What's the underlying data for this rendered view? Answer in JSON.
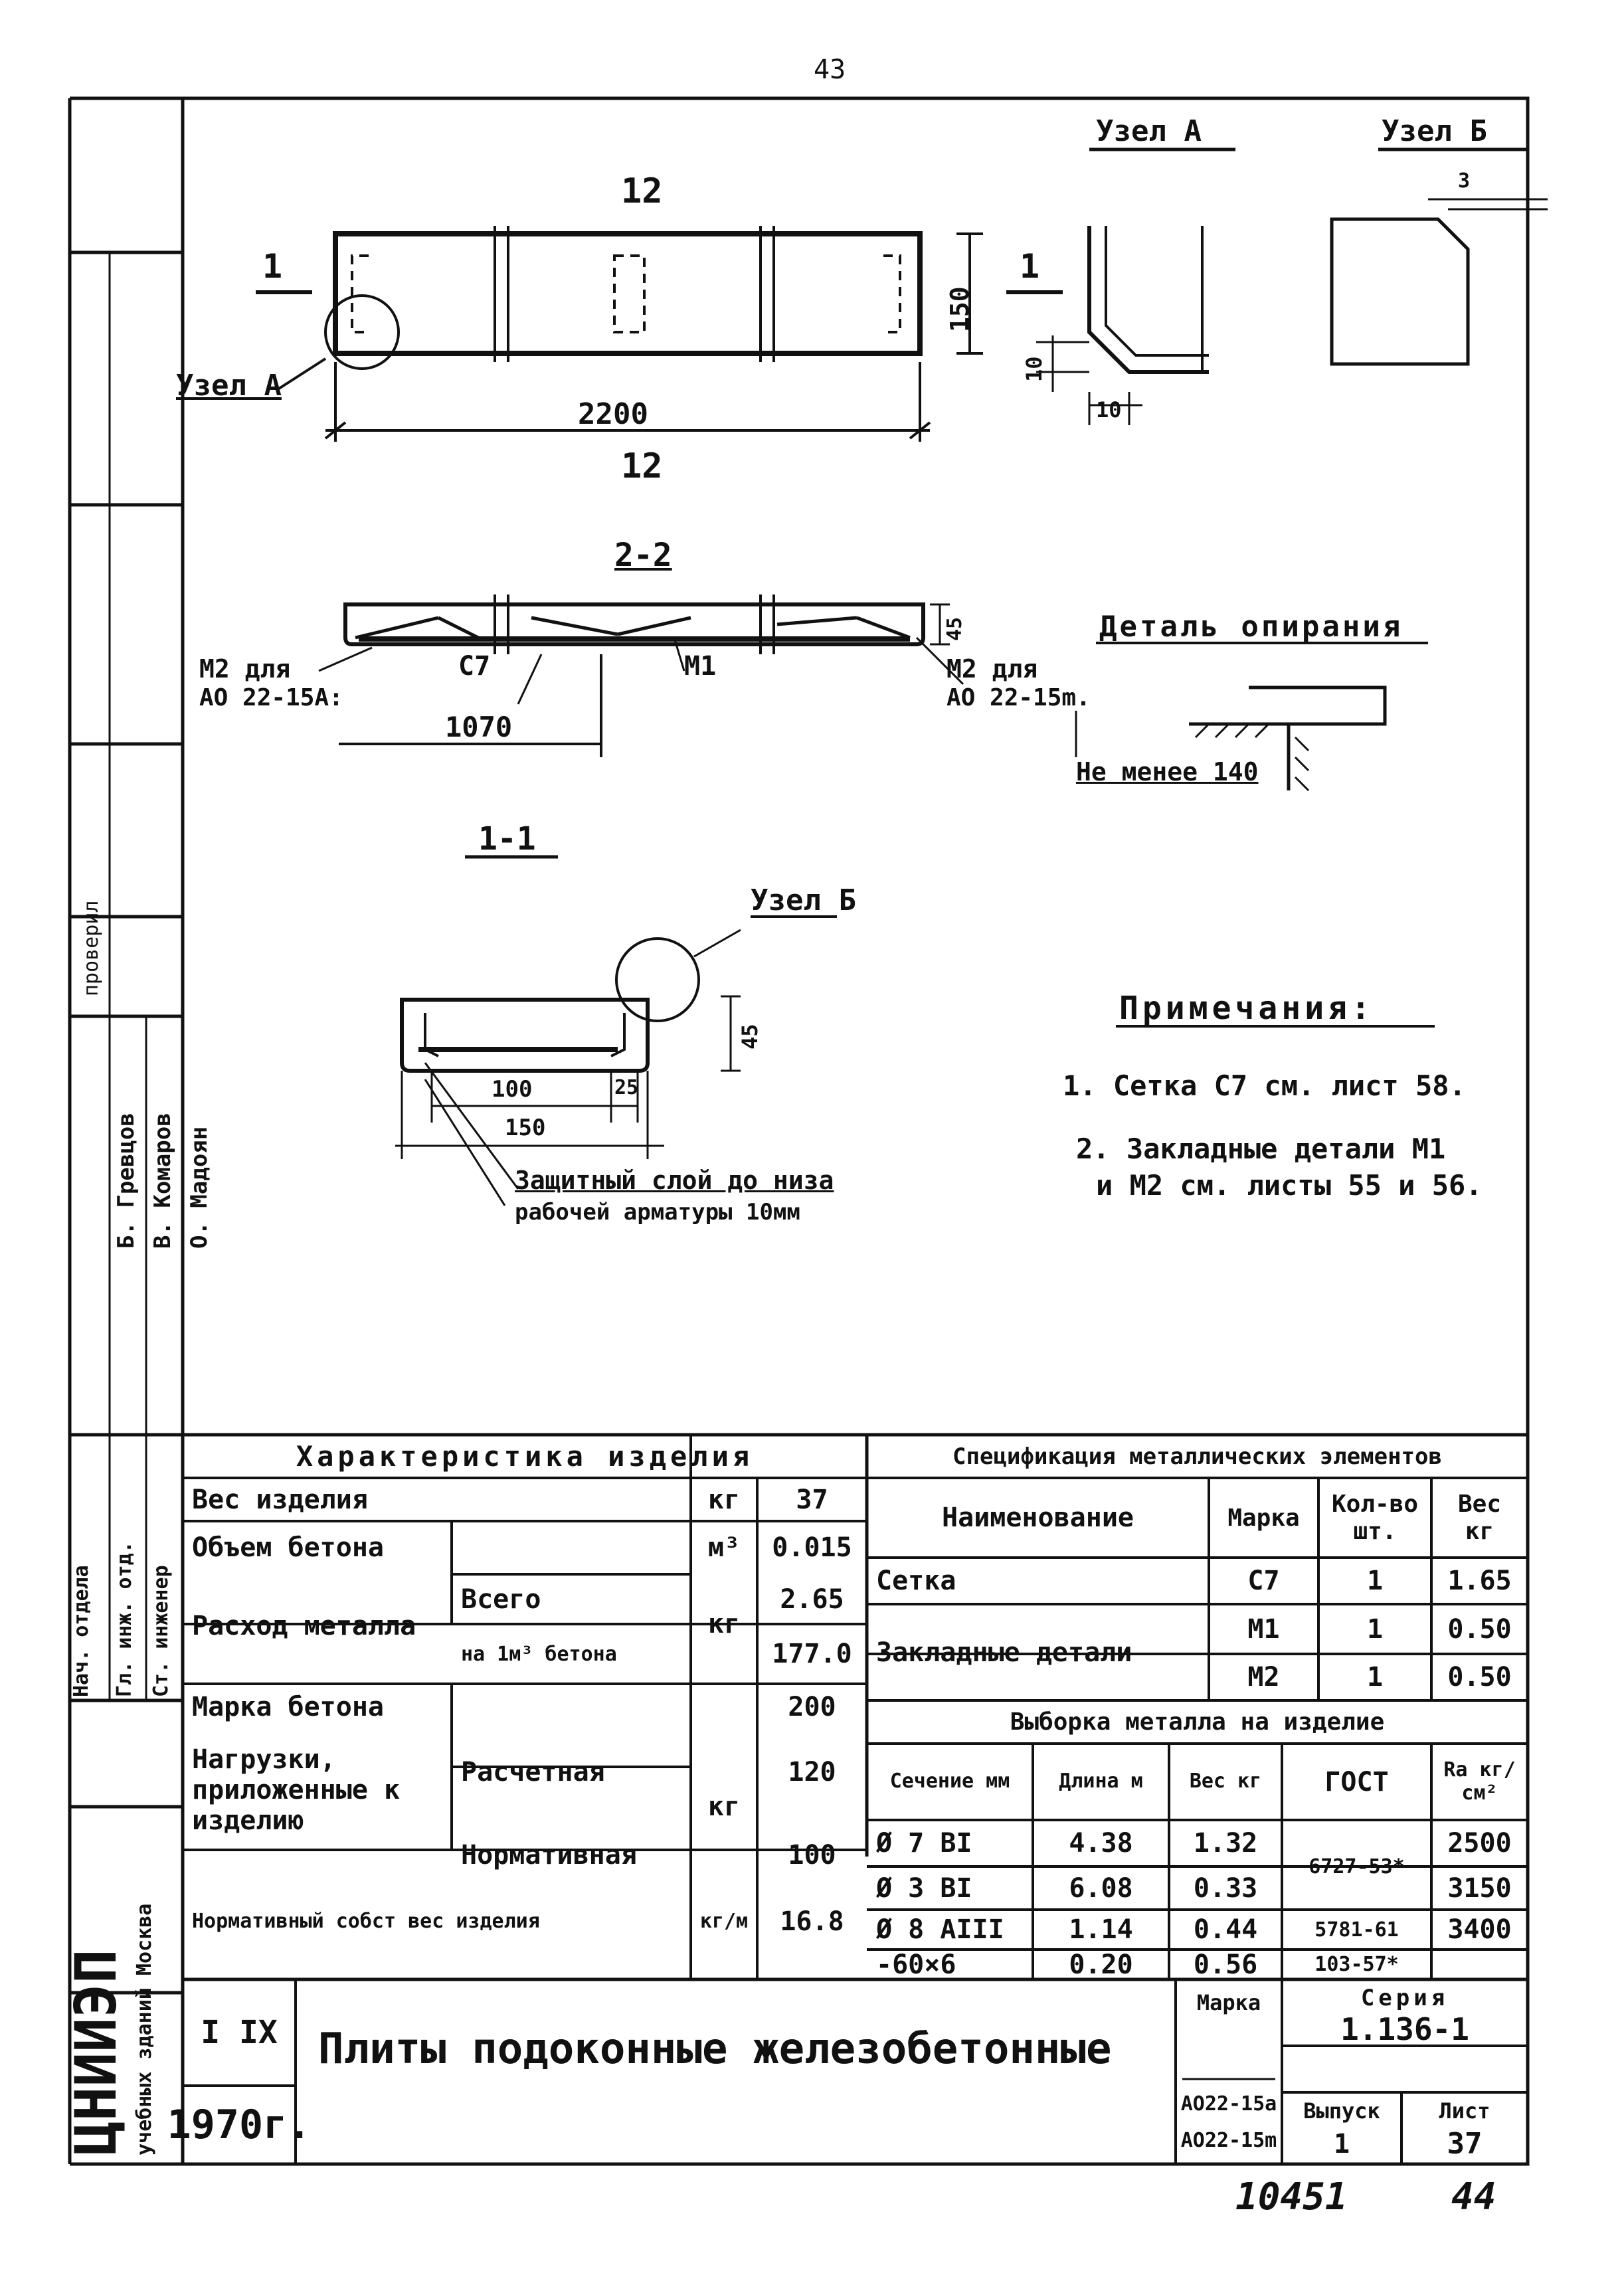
{
  "page_number": "43",
  "drawing": {
    "top_label": "12",
    "bottom_label": "12",
    "section_mark_left": "1",
    "section_mark_right": "1",
    "length_dim": "2200",
    "height_dim": "150",
    "node_a_callout": "Узел А",
    "section_2_2_title": "2-2",
    "sec22_height": "45",
    "sec22_m2_left": "М2 для",
    "sec22_m2_left2": "АО 22-15А:",
    "sec22_c7": "С7",
    "sec22_m1": "М1",
    "sec22_half": "1070",
    "sec22_m2_right": "М2 для",
    "sec22_m2_right2": "АО 22-15m.",
    "section_1_1_title": "1-1",
    "node_b_callout": "Узел Б",
    "sec11_height": "45",
    "sec11_d100": "100",
    "sec11_d25": "25",
    "sec11_d150": "150",
    "sec11_note1": "Защитный слой до низа",
    "sec11_note2": "рабочей арматуры 10мм"
  },
  "node_a": {
    "title": "Узел А",
    "dim_v": "10",
    "dim_h": "10"
  },
  "node_b": {
    "title": "Узел Б",
    "dim": "3"
  },
  "support_detail": {
    "title": "Деталь опирания",
    "note": "Не менее 140"
  },
  "notes": {
    "title": "Примечания:",
    "items": [
      "1. Сетка С7 см. лист 58.",
      "2. Закладные детали М1",
      "и М2 см. листы 55 и 56."
    ]
  },
  "left_stamp": {
    "roles": [
      "Нач. отдела",
      "Гл. инж. отд.",
      "Ст. инженер"
    ],
    "names": [
      "Б. Гревцов",
      "В. Комаров",
      "О. Мадоян"
    ],
    "vertical_text": "проверил"
  },
  "characteristics": {
    "title": "Характеристика изделия",
    "rows": {
      "weight_label": "Вес изделия",
      "weight_unit": "кг",
      "weight_value": "37",
      "volume_label": "Объем бетона",
      "volume_unit": "м³",
      "volume_value": "0.015",
      "metal_label": "Расход металла",
      "metal_total_label": "Всего",
      "metal_total_value": "2.65",
      "metal_per_label": "на 1м³ бетона",
      "metal_unit": "кг",
      "metal_per_value": "177.0",
      "grade_label": "Марка бетона",
      "grade_value": "200",
      "load_label": "Нагрузки, приложенные к изделию",
      "load_calc_label": "Расчетная",
      "load_calc_value": "120",
      "load_norm_label": "Нормативная",
      "load_norm_value": "100",
      "load_unit": "кг",
      "norm_weight_label": "Нормативный собст вес изделия",
      "norm_weight_unit": "кг/м",
      "norm_weight_value": "16.8"
    }
  },
  "specification": {
    "title": "Спецификация металлических элементов",
    "headers": [
      "Наименование",
      "Марка",
      "Кол-во шт.",
      "Вес кг"
    ],
    "rows": [
      [
        "Сетка",
        "С7",
        "1",
        "1.65"
      ],
      [
        "Закладные детали",
        "М1",
        "1",
        "0.50"
      ],
      [
        "",
        "М2",
        "1",
        "0.50"
      ]
    ]
  },
  "metal_selection": {
    "title": "Выборка металла на изделие",
    "headers": [
      "Сечение мм",
      "Длина м",
      "Вес кг",
      "ГОСТ",
      "Ra кг/см²"
    ],
    "rows": [
      [
        "Ø 7 ВI",
        "4.38",
        "1.32",
        "6727-53*",
        "2500"
      ],
      [
        "Ø 3 ВI",
        "6.08",
        "0.33",
        "",
        "3150"
      ],
      [
        "Ø 8 АIII",
        "1.14",
        "0.44",
        "5781-61",
        "3400"
      ],
      [
        "-60×6",
        "0.20",
        "0.56",
        "103-57*",
        ""
      ]
    ]
  },
  "title_block": {
    "org": "ЦНИИЭП",
    "org_sub": "учебных зданий Москва",
    "sheet_code": "I IX",
    "year": "1970г.",
    "product_title": "Плиты подоконные железобетонные",
    "mark_label": "Марка",
    "marks": [
      "АО22-15а",
      "АО22-15m"
    ],
    "series_label": "Серия",
    "series_value": "1.136-1",
    "issue_label": "Выпуск",
    "issue_value": "1",
    "sheet_label": "Лист",
    "sheet_value": "37"
  },
  "footer": {
    "archive_number": "10451",
    "page_handwritten": "44"
  }
}
